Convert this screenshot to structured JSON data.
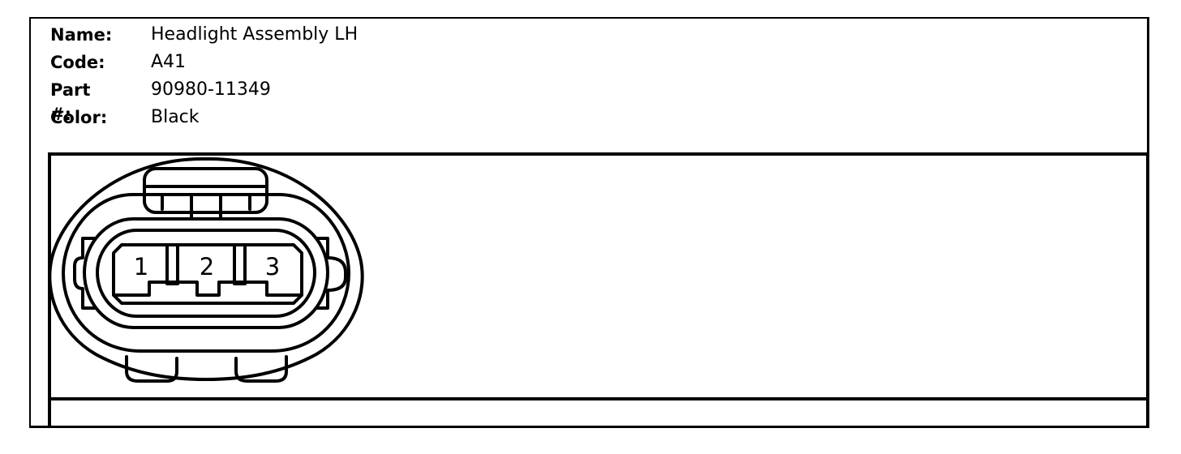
{
  "connector_info": {
    "name_label": "Name:",
    "name_value": "Headlight Assembly LH",
    "code_label": "Code:",
    "code_value": "A41",
    "part_label": "Part #:",
    "part_value": "90980-11349",
    "color_label": "Color:",
    "color_value": "Black"
  },
  "connector_diagram": {
    "pins": [
      "1",
      "2",
      "3"
    ],
    "line_color": "#000000"
  }
}
